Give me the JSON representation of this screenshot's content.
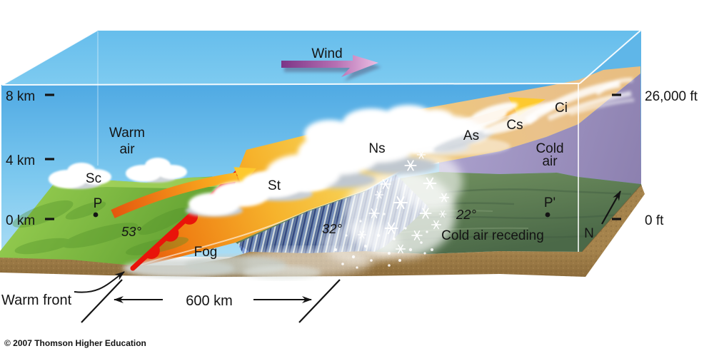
{
  "axes": {
    "left": [
      "8 km",
      "4 km",
      "0 km"
    ],
    "right": [
      "26,000 ft",
      "0 ft"
    ]
  },
  "wind": {
    "label": "Wind"
  },
  "air_masses": {
    "warm": [
      "Warm",
      "air"
    ],
    "cold": [
      "Cold",
      "air"
    ],
    "receding": "Cold air receding"
  },
  "clouds": {
    "sc": "Sc",
    "st": "St",
    "ns": "Ns",
    "as": "As",
    "cs": "Cs",
    "ci": "Ci"
  },
  "stations": {
    "p": "P",
    "p_prime": "P'"
  },
  "temperatures": {
    "warm": "53°",
    "mid": "32°",
    "cold": "22°"
  },
  "surface": {
    "fog": "Fog",
    "front": "Warm front",
    "scale": "600 km",
    "north": "N"
  },
  "footer": {
    "copyright": "© 2007 Thomson Higher Education"
  },
  "colors": {
    "sky_top": "#6ec3ee",
    "sky_front": "#55ade4",
    "warm_front_red": "#e9140a",
    "frontal_surface_orange": "#f29a1e",
    "frontal_surface_tan": "#eac28b",
    "cold_air_purple": "#9c91bf",
    "warm_ground_green": "#7fbf45",
    "cold_ground_green": "#5d7f55",
    "soil_brown": "#9d7b46",
    "wind_arrow_purple": "#7c3687",
    "wind_arrow_pink": "#edc0e6",
    "rain_blue": "#4158a8"
  }
}
